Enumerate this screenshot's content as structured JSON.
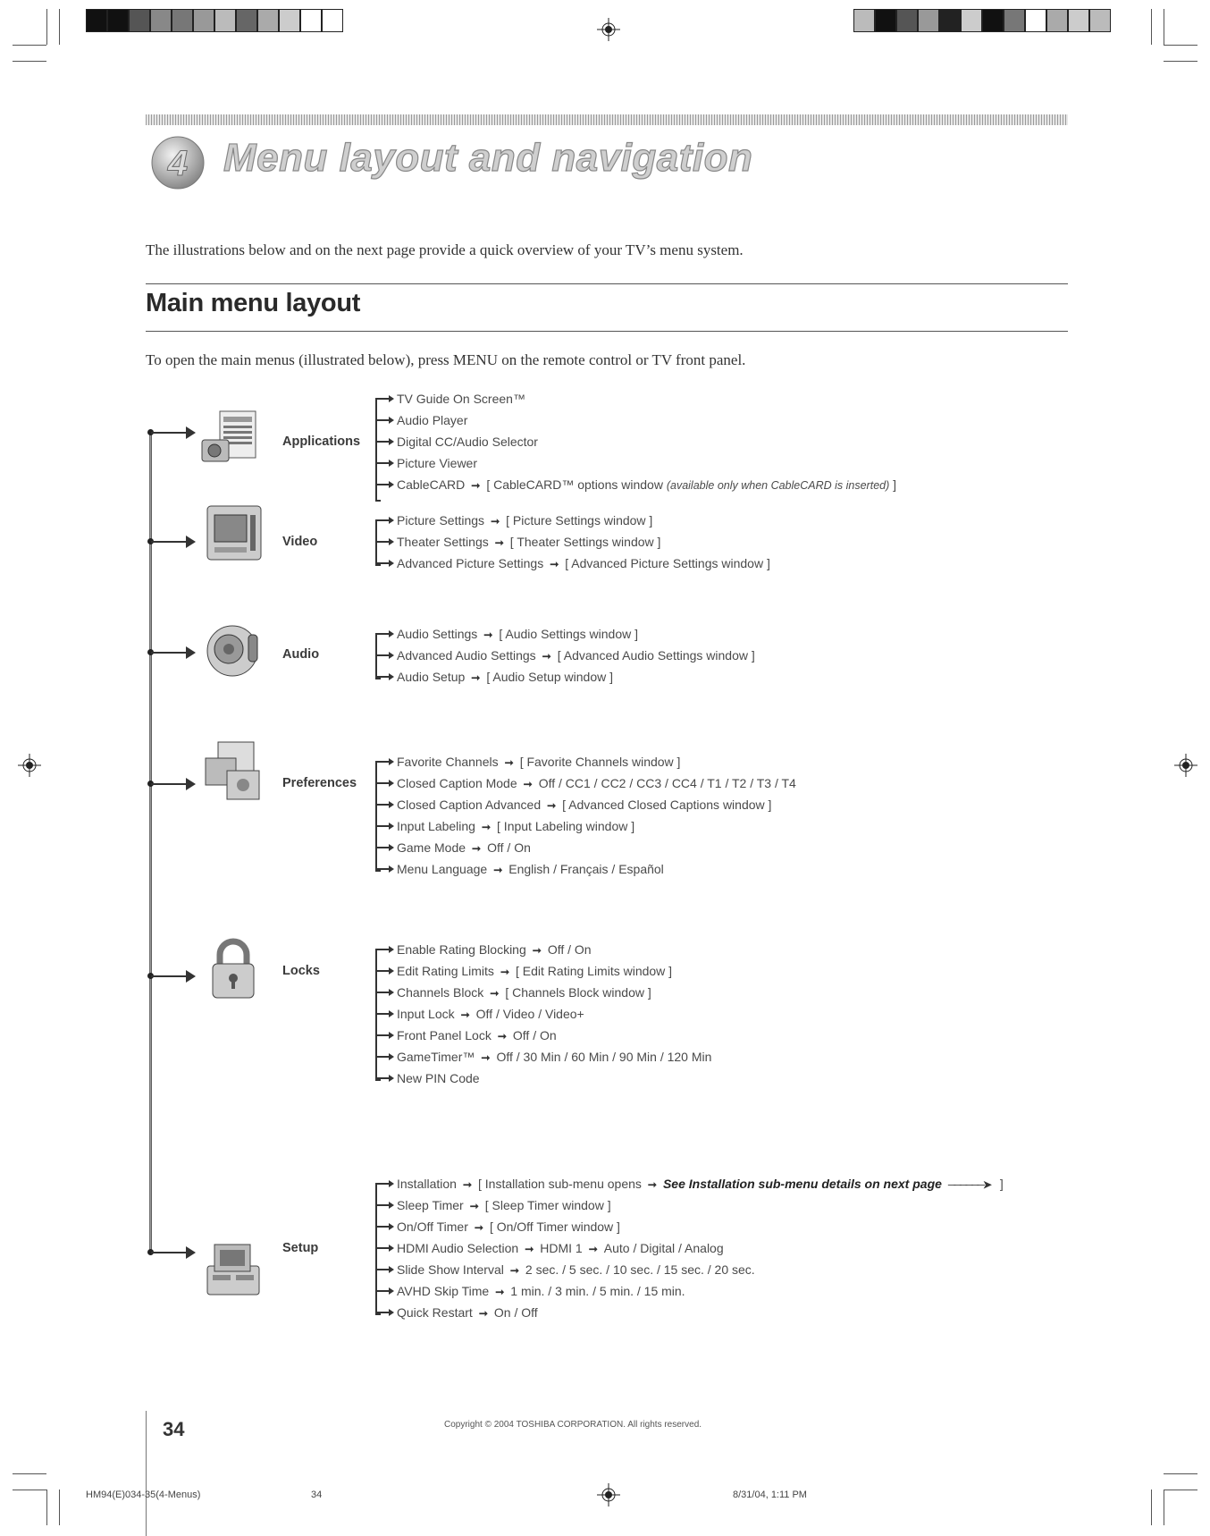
{
  "header": {
    "chapter_number": "4",
    "chapter_title": "Menu layout and navigation",
    "intro": "The illustrations below and on the next page provide a quick overview of your TV’s menu system."
  },
  "section": {
    "title": "Main menu layout",
    "instruction": "To open the main menus (illustrated below), press MENU on the remote control or TV front panel."
  },
  "categories": [
    {
      "label": "Applications",
      "icon": "applications-icon"
    },
    {
      "label": "Video",
      "icon": "video-icon"
    },
    {
      "label": "Audio",
      "icon": "audio-icon"
    },
    {
      "label": "Preferences",
      "icon": "preferences-icon"
    },
    {
      "label": "Locks",
      "icon": "locks-icon"
    },
    {
      "label": "Setup",
      "icon": "setup-icon"
    }
  ],
  "menus": {
    "applications": [
      {
        "name": "TV Guide On Screen™"
      },
      {
        "name": "Audio Player"
      },
      {
        "name": "Digital CC/Audio Selector"
      },
      {
        "name": "Picture Viewer"
      },
      {
        "name": "CableCARD",
        "target": "[ CableCARD™ options window",
        "note": "(available only when CableCARD is inserted)",
        "close": "]"
      }
    ],
    "video": [
      {
        "name": "Picture Settings",
        "target": "[ Picture Settings window ]"
      },
      {
        "name": "Theater Settings",
        "target": "[ Theater Settings window ]"
      },
      {
        "name": "Advanced Picture Settings",
        "target": "[ Advanced Picture Settings window ]"
      }
    ],
    "audio": [
      {
        "name": "Audio Settings",
        "target": "[ Audio Settings window ]"
      },
      {
        "name": "Advanced Audio Settings",
        "target": "[ Advanced Audio Settings window ]"
      },
      {
        "name": "Audio Setup",
        "target": "[ Audio Setup window ]"
      }
    ],
    "preferences": [
      {
        "name": "Favorite Channels",
        "target": "[ Favorite Channels window ]"
      },
      {
        "name": "Closed Caption Mode",
        "target": "Off / CC1 / CC2 / CC3 / CC4 / T1 / T2 / T3 / T4"
      },
      {
        "name": "Closed Caption Advanced",
        "target": "[ Advanced Closed Captions window ]"
      },
      {
        "name": "Input Labeling",
        "target": "[ Input Labeling window ]"
      },
      {
        "name": "Game Mode",
        "target": "Off / On"
      },
      {
        "name": "Menu Language",
        "target": "English / Français / Español"
      }
    ],
    "locks": [
      {
        "name": "Enable Rating Blocking",
        "target": "Off / On"
      },
      {
        "name": "Edit Rating Limits",
        "target": "[ Edit Rating Limits window ]"
      },
      {
        "name": "Channels Block",
        "target": "[ Channels Block window ]"
      },
      {
        "name": "Input Lock",
        "target": "Off / Video / Video+"
      },
      {
        "name": "Front Panel Lock",
        "target": "Off / On"
      },
      {
        "name": "GameTimer™",
        "target": "Off / 30 Min / 60 Min / 90 Min / 120 Min"
      },
      {
        "name": "New PIN Code"
      }
    ],
    "setup": [
      {
        "name": "Installation",
        "target": "[ Installation sub-menu opens",
        "next": "See Installation sub-menu details on next page",
        "close": "]"
      },
      {
        "name": "Sleep Timer",
        "target": "[ Sleep Timer window ]"
      },
      {
        "name": "On/Off Timer",
        "target": "[ On/Off Timer window ]"
      },
      {
        "name": "HDMI Audio Selection",
        "target": "HDMI 1",
        "target2": "Auto / Digital / Analog"
      },
      {
        "name": "Slide Show Interval",
        "target": "2 sec. / 5 sec. / 10 sec. / 15 sec. / 20 sec."
      },
      {
        "name": "AVHD Skip Time",
        "target": "1 min. / 3 min. / 5 min. / 15 min."
      },
      {
        "name": "Quick Restart",
        "target": "On / Off"
      }
    ]
  },
  "footer": {
    "page_number": "34",
    "copyright": "Copyright © 2004 TOSHIBA CORPORATION. All rights reserved.",
    "slug_file": "HM94(E)034-35(4-Menus)",
    "slug_page": "34",
    "slug_date": "8/31/04, 1:11 PM"
  },
  "colors": {
    "text": "#333333",
    "title_fill": "#cfcfcf",
    "rule": "#555555"
  }
}
